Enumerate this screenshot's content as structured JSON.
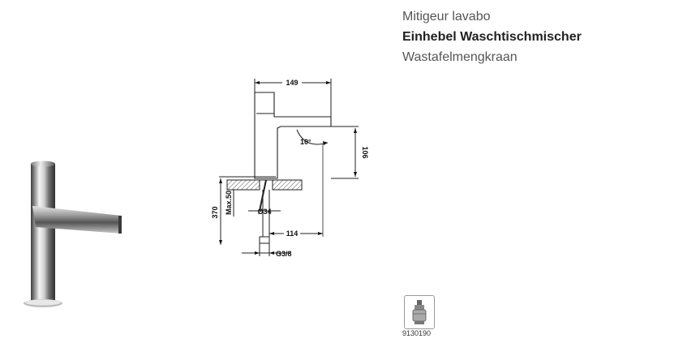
{
  "titles": {
    "fr": "Mitigeur lavabo",
    "de": "Einhebel Waschtischmischer",
    "nl": "Wastafelmengkraan"
  },
  "dimensions": {
    "width": "149",
    "angle": "10°",
    "spout_height": "106",
    "total_height": "370",
    "max_thickness": "Max.50",
    "hole_diameter": "Ø34",
    "reach": "114",
    "connection": "G3/8"
  },
  "cartridge_code": "9130190",
  "icons": {
    "cartridge": "cartridge-icon"
  },
  "colors": {
    "line": "#222222",
    "chrome_dark": "#4a4a4a",
    "chrome_light": "#f0f0f0"
  }
}
